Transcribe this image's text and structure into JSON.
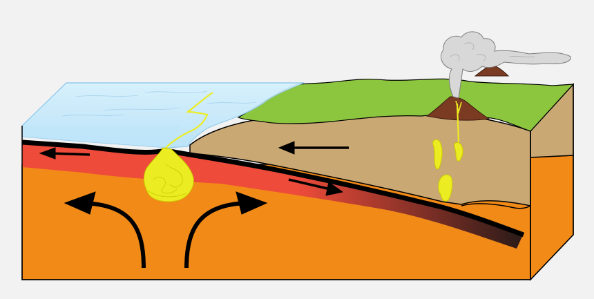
{
  "diagram": {
    "kind": "subduction-zone-block-diagram",
    "labels": [],
    "colors": {
      "background": "#f2f2f2",
      "ocean": "#bfe6fb",
      "ocean_edge": "#8fc9ec",
      "mantle": "#f28a18",
      "asthenosphere_red": "#ee4b3a",
      "continental_crust": "#c9a874",
      "land_green": "#8cc63f",
      "slab_black": "#000000",
      "magma_yellow": "#ecec22",
      "volcano_brown": "#7a3b22",
      "smoke_gray": "#d8d8d8"
    },
    "features": [
      "ocean",
      "mid-ocean-ridge",
      "oceanic-plate",
      "subducting-slab",
      "continental-crust",
      "volcano",
      "distant-volcano",
      "volcanic-plume",
      "magma-blobs",
      "mantle-convection-arrows",
      "plate-motion-arrows"
    ]
  }
}
